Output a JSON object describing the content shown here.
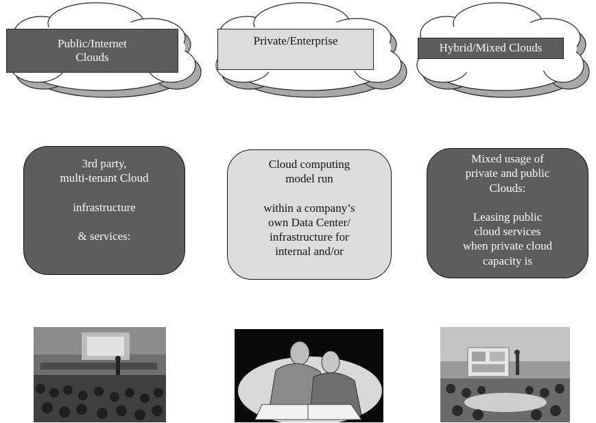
{
  "columns": [
    {
      "cloud_label_lines": [
        "Public/Internet",
        "Clouds"
      ],
      "card_lines": [
        "3rd party,",
        "multi-tenant Cloud",
        "",
        "infrastructure",
        "",
        "& services:"
      ],
      "photo_icon": "conference-room-photo"
    },
    {
      "cloud_label_lines": [
        "Private/Enterprise"
      ],
      "card_lines": [
        "Cloud computing",
        "model run",
        "",
        "within a company’s",
        "own Data Center/",
        "infrastructure for",
        "internal and/or"
      ],
      "photo_icon": "businessmen-clipart"
    },
    {
      "cloud_label_lines": [
        "Hybrid/Mixed Clouds"
      ],
      "card_lines": [
        "Mixed usage of",
        "private and public",
        "Clouds:",
        "",
        "Leasing public",
        "cloud services",
        "when private cloud",
        "capacity is"
      ],
      "photo_icon": "meeting-room-photo"
    }
  ],
  "colors": {
    "dark_fill": "#5d5d5d",
    "light_fill": "#dcdcdc",
    "cloud_shadow": "#a9a9a9",
    "text_on_dark": "#ffffff",
    "text_on_light": "#111111"
  }
}
